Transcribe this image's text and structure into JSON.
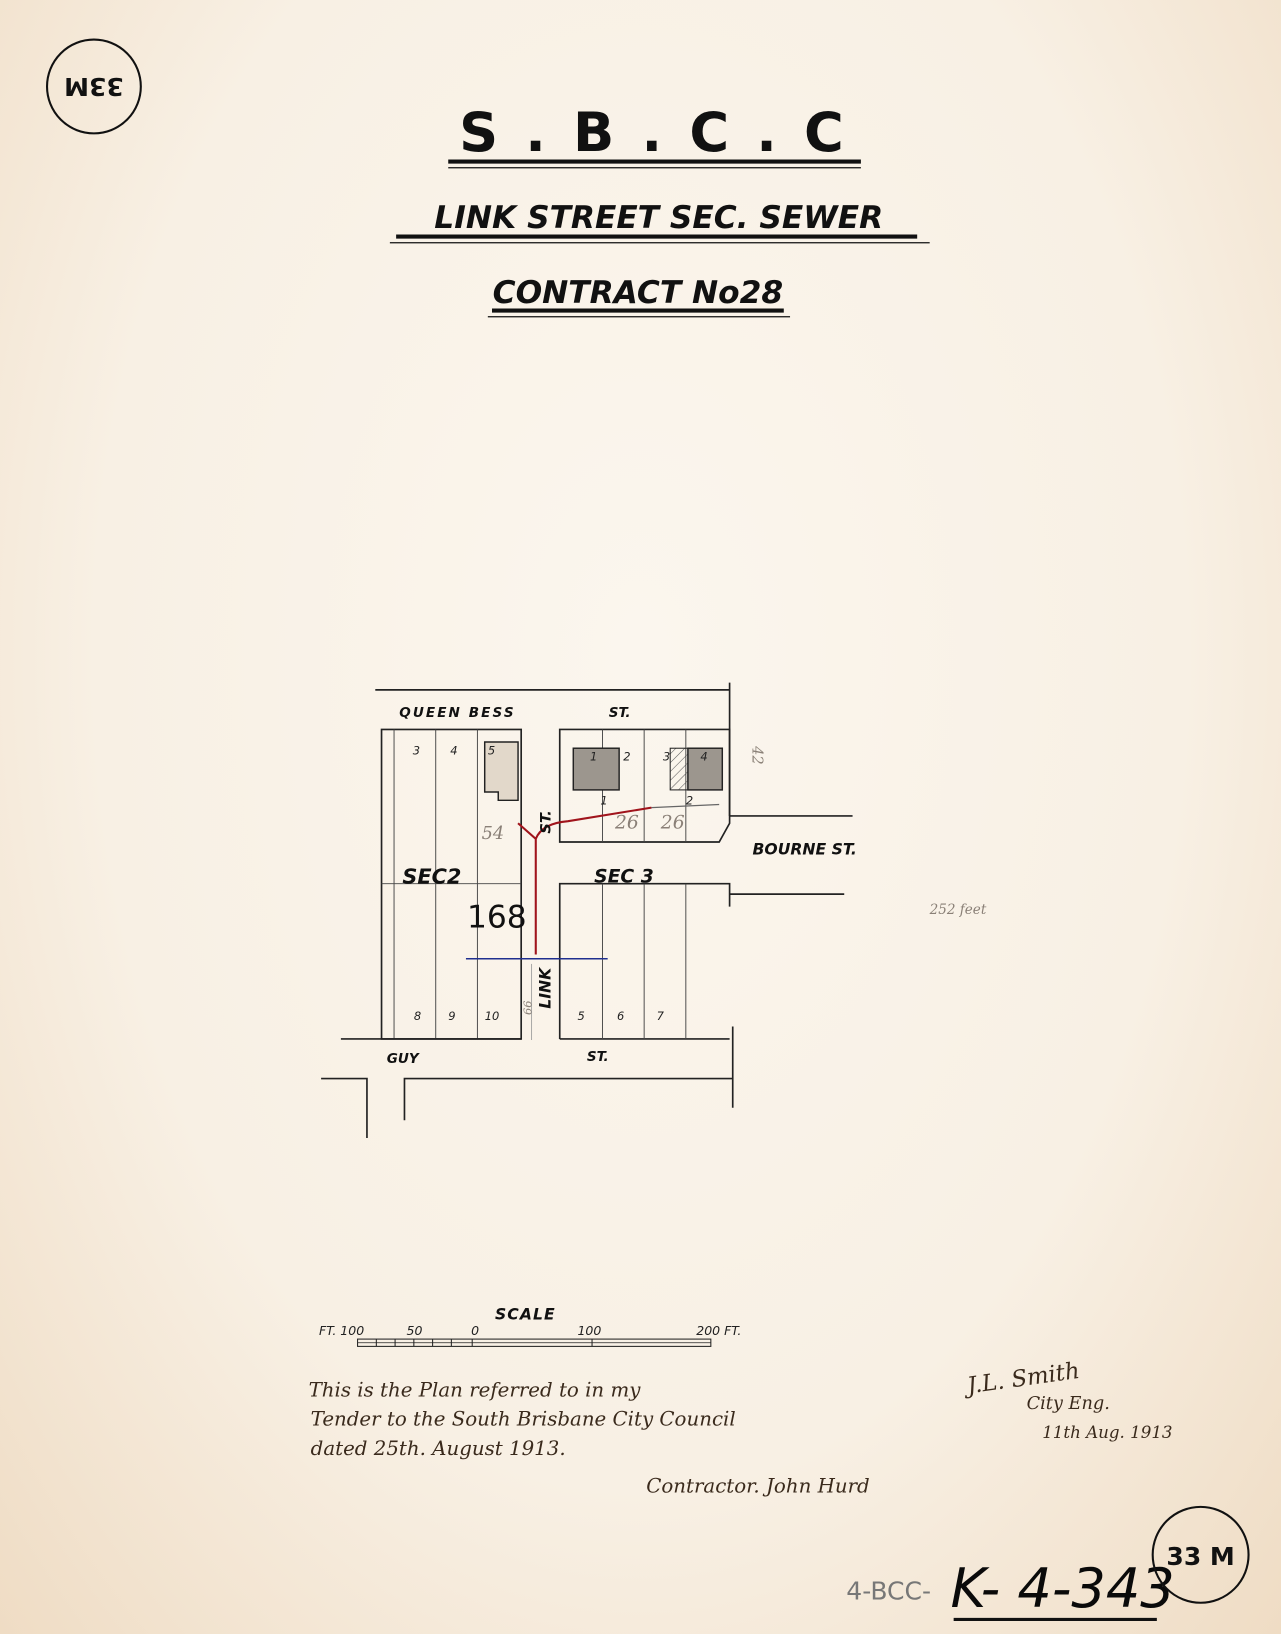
{
  "stamp_top": "33M",
  "header": {
    "title": "S . B . C . C",
    "subtitle": "LINK STREET SEC. SEWER",
    "contract": "CONTRACT No28"
  },
  "map": {
    "streets": {
      "queen_bess": "QUEEN BESS",
      "queen_bess_st": "ST.",
      "bourne": "BOURNE ST.",
      "guy": "GUY",
      "guy_st": "ST.",
      "link": "LINK",
      "link_st": "ST."
    },
    "sections": {
      "sec2": "SEC2",
      "sec3": "SEC 3"
    },
    "parish_number": "168",
    "lots_sec2_top": [
      "3",
      "4",
      "5"
    ],
    "lots_sec2_bottom": [
      "8",
      "9",
      "10"
    ],
    "lots_sec3_top": [
      "1",
      "2",
      "3",
      "4"
    ],
    "lots_sec3_bottom": [
      "5",
      "6",
      "7"
    ],
    "lots_sec3_sewer": [
      "1",
      "2"
    ],
    "pencil_notes": {
      "a": "54",
      "b": "26",
      "c": "26",
      "d": "42",
      "e": "66",
      "dist": "252 feet"
    },
    "sewer_color": "#a0141c",
    "blue_line_color": "#1f2f8f"
  },
  "scale": {
    "title": "SCALE",
    "ticks": [
      "FT. 100",
      "50",
      "0",
      "100",
      "200 FT."
    ]
  },
  "notes": {
    "line1": "This is the Plan referred to in my",
    "line2": "Tender to the South Brisbane City Council",
    "line3": "dated 25th. August 1913.",
    "contractor": "Contractor. John Hurd"
  },
  "engineer": {
    "signature": "J.L. Smith",
    "title": "City Eng.",
    "date": "11th Aug. 1913"
  },
  "reference": {
    "prefix": "4-BCC-",
    "number": "K- 4-343",
    "stamp": "33 M"
  }
}
